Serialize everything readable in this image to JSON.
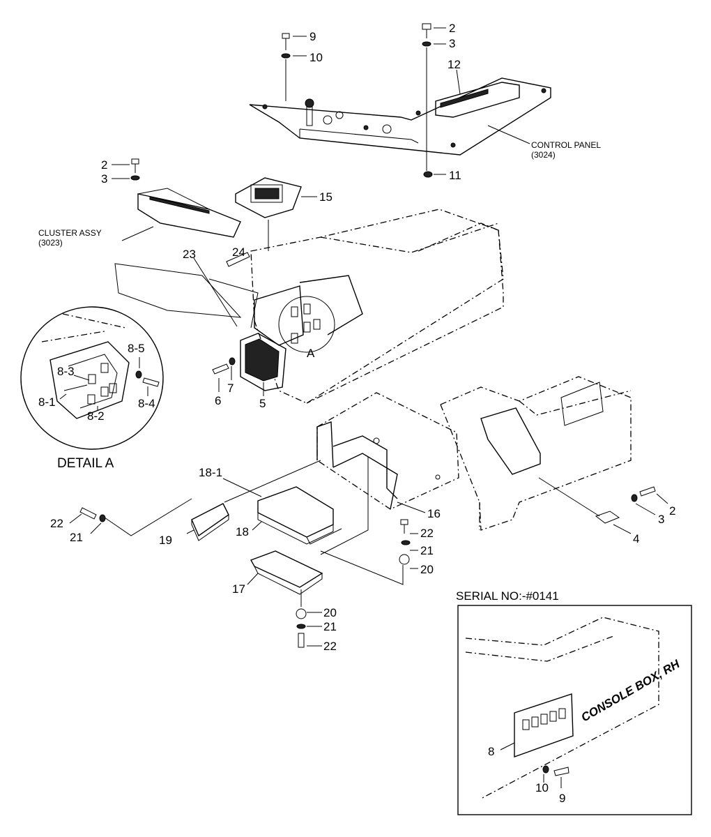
{
  "callouts": {
    "top_bolt_9": "9",
    "top_washer_10": "10",
    "right_bolt_2": "2",
    "right_washer_3": "3",
    "panel_unit_12": "12",
    "lower_washer_11": "11",
    "left_bolt_2": "2",
    "left_washer_3": "3",
    "display_15": "15",
    "part_24": "24",
    "part_23": "23",
    "part_8_5": "8-5",
    "part_8_3": "8-3",
    "part_8_4": "8-4",
    "part_8_1": "8-1",
    "part_8_2": "8-2",
    "part_6": "6",
    "part_7": "7",
    "part_5": "5",
    "detail_marker": "A",
    "part_18_1": "18-1",
    "part_16": "16",
    "part_22_left": "22",
    "part_21_left": "21",
    "part_19": "19",
    "part_18": "18",
    "part_22_mid": "22",
    "part_21_mid": "21",
    "part_20_mid": "20",
    "part_17": "17",
    "part_20_low": "20",
    "part_21_low": "21",
    "part_22_low": "22",
    "rh_bolt_2": "2",
    "rh_washer_3": "3",
    "rh_part_4": "4",
    "inset_part_8": "8",
    "inset_part_10": "10",
    "inset_part_9": "9"
  },
  "labels": {
    "control_panel": "CONTROL PANEL",
    "control_panel_ref": "(3024)",
    "cluster_assy": "CLUSTER ASSY",
    "cluster_assy_ref": "(3023)",
    "detail_a": "DETAIL  A",
    "serial_no": "SERIAL NO:-#0141",
    "console_box_rh": "CONSOLE BOX, RH"
  }
}
